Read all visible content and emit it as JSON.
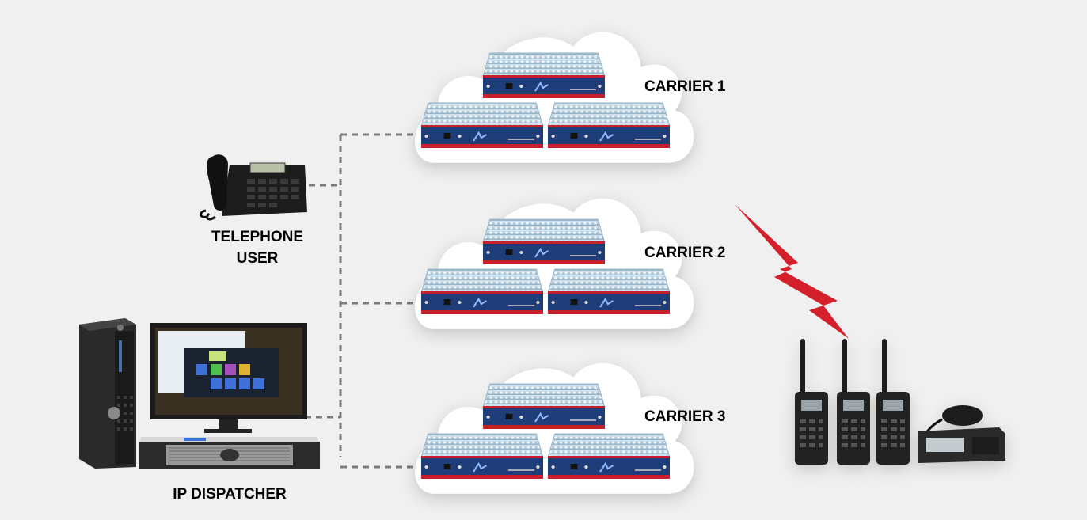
{
  "labels": {
    "carrier1": "CARRIER 1",
    "carrier2": "CARRIER 2",
    "carrier3": "CARRIER 3",
    "telephone_line1": "TELEPHONE",
    "telephone_line2": "USER",
    "dispatcher": "IP DISPATCHER"
  },
  "colors": {
    "background": "#f0f0f0",
    "cloud": "#ffffff",
    "device_body": "#1f3d78",
    "device_trim": "#c8202a",
    "heatsink": "#b9d3e3",
    "dashed_line": "#7a7a7a",
    "lightning": "#d4202a"
  },
  "icons": {
    "telephone": "desk-phone-icon",
    "computer": "desktop-computer-icon",
    "server": "rack-server-icon",
    "radios": "handheld-radios-icon",
    "lightning": "lightning-bolt-icon"
  }
}
